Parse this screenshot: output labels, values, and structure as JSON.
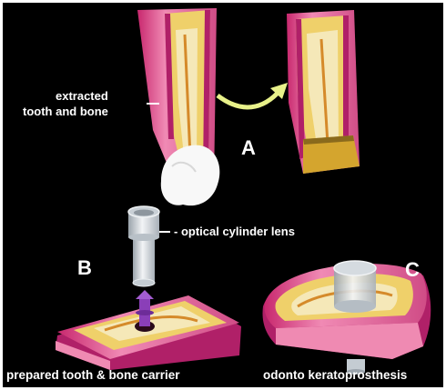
{
  "labels": {
    "tooth_bone": [
      "extracted",
      "tooth and bone"
    ],
    "lens": "- optical cylinder lens",
    "step_a": "A",
    "step_b": "B",
    "step_c": "C",
    "caption_left": "prepared tooth & bone carrier",
    "caption_right": "odonto keratoprosthesis"
  },
  "colors": {
    "background": "#000000",
    "pink": "#e0508a",
    "magenta": "#b02068",
    "bone_yellow": "#efd06a",
    "dentin": "#f5e8b8",
    "pulp": "#d58a2a",
    "arrow": "#e8f18a",
    "lens": "#d8dde2",
    "post": "#8a3fb8",
    "text": "#ffffff"
  }
}
